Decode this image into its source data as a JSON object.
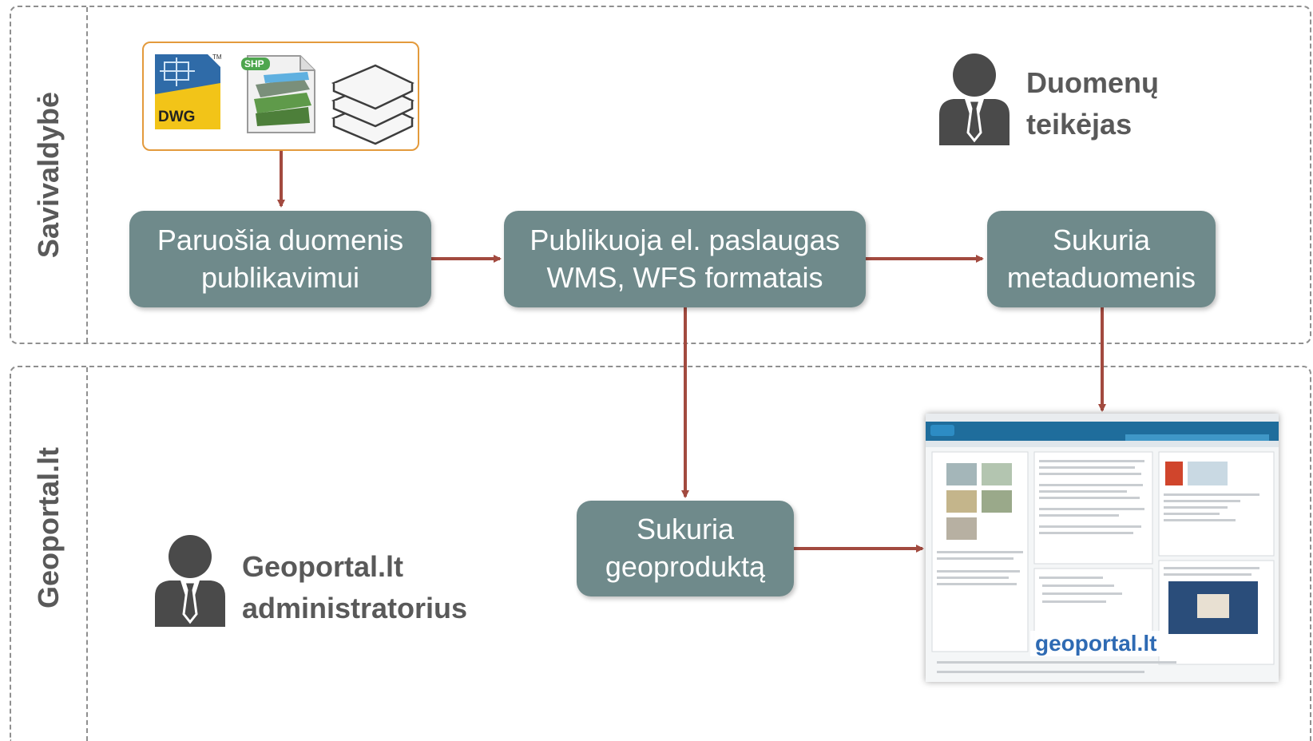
{
  "lanes": {
    "top": {
      "label": "Savivaldybė"
    },
    "bottom": {
      "label": "Geoportal.lt"
    }
  },
  "file_icons": [
    {
      "name": "dwg-file-icon",
      "label": "DWG"
    },
    {
      "name": "shp-file-icon",
      "label": "SHP"
    },
    {
      "name": "database-layers-icon",
      "label": ""
    }
  ],
  "steps": {
    "prepare": {
      "line1": "Paruošia duomenis",
      "line2": "publikavimui"
    },
    "publish": {
      "line1": "Publikuoja el. paslaugas",
      "line2": "WMS, WFS formatais"
    },
    "metadata": {
      "line1": "Sukuria",
      "line2": "metaduomenis"
    },
    "geoproduct": {
      "line1": "Sukuria",
      "line2": "geoproduktą"
    }
  },
  "actors": {
    "provider": {
      "line1": "Duomenų",
      "line2": "teikėjas",
      "icon": "person-icon"
    },
    "admin": {
      "line1": "Geoportal.lt",
      "line2": "administratorius",
      "icon": "person-icon"
    }
  },
  "portal": {
    "link_text": "geoportal.lt"
  },
  "colors": {
    "box_fill": "#6f8a8b",
    "arrow": "#a24a3f",
    "lane_border": "#8f8f8f",
    "label_text": "#595959",
    "frame_border": "#e39a3c",
    "link": "#2e6ab3"
  }
}
